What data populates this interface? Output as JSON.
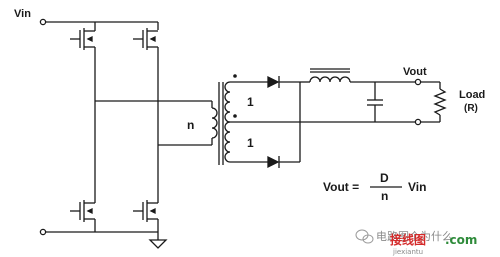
{
  "labels": {
    "vin": "Vin",
    "vout": "Vout",
    "load": "Load",
    "load_r": "(R)",
    "turns_n": "n",
    "turns_top": "1",
    "turns_bottom": "1"
  },
  "formula": {
    "lhs": "Vout =",
    "numerator": "D",
    "denominator": "n",
    "rhs": "Vin"
  },
  "watermark": {
    "wechat_text": "电路图个为什么",
    "site_text": "接线图",
    "site_domain": ".com",
    "site_sub": "jiexiantu"
  },
  "colors": {
    "wire": "#1a1a1a",
    "watermark_red": "#d42a2a",
    "watermark_green": "#2e8b3a"
  }
}
